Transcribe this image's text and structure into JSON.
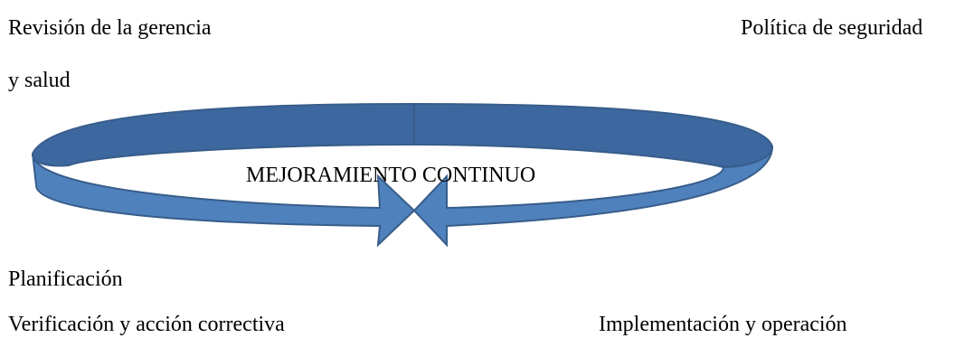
{
  "labels": {
    "revision": "Revisión de la gerencia",
    "salud": "y salud",
    "politica": "Política de seguridad",
    "planificacion": "Planificación",
    "verificacion": "Verificación y acción correctiva",
    "implementacion": "Implementación y operación"
  },
  "center": {
    "title": "MEJORAMIENTO CONTINUO"
  },
  "colors": {
    "ring_top": "#3c679f",
    "ring_band": "#4f81bd",
    "ring_outline": "#385d8a"
  }
}
